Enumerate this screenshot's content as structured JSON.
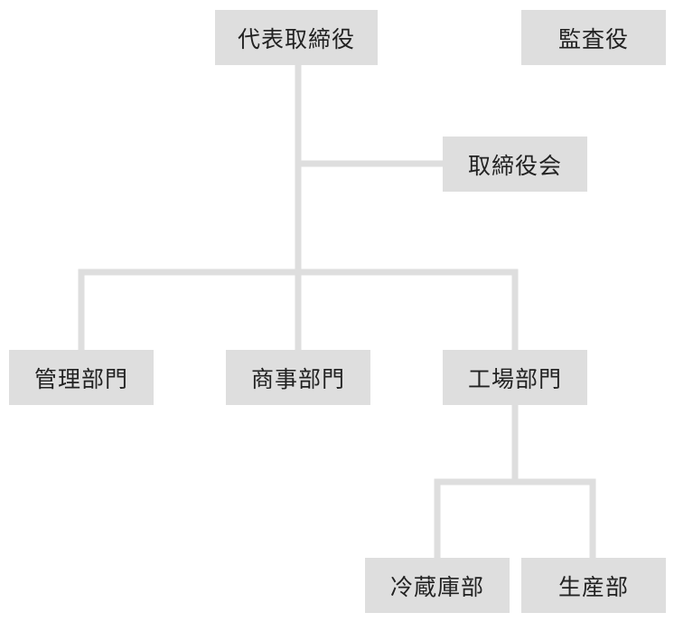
{
  "org_chart": {
    "nodes": {
      "ceo": "代表取締役",
      "auditor": "監査役",
      "board": "取締役会",
      "admin_dept": "管理部門",
      "trade_dept": "商事部門",
      "factory_dept": "工場部門",
      "cold_storage": "冷蔵庫部",
      "production": "生産部"
    }
  }
}
